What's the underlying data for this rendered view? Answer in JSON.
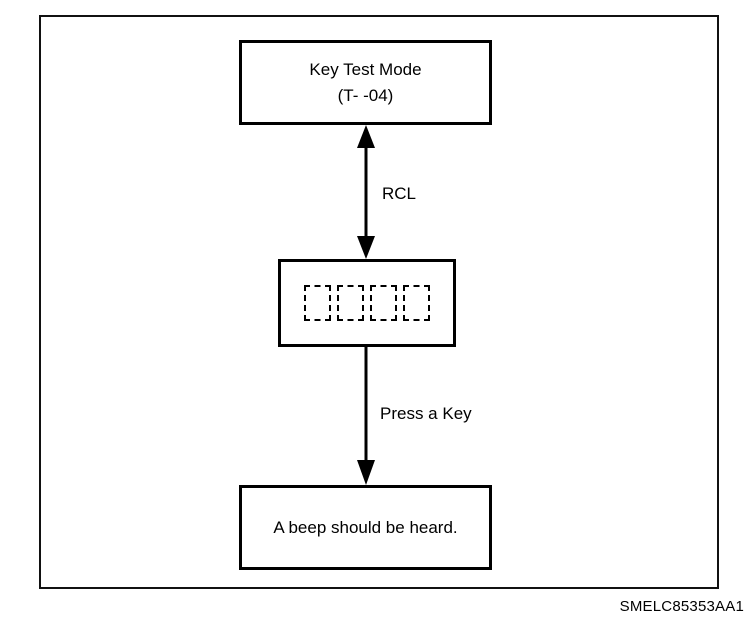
{
  "top_box": {
    "title": "Key Test Mode",
    "code": "(T- -04)"
  },
  "display_box": {
    "digit_count": 4,
    "digit_style": "dashed-empty"
  },
  "transition_1": {
    "label": "RCL",
    "direction": "bidirectional"
  },
  "transition_2": {
    "label": "Press a Key",
    "direction": "down"
  },
  "bottom_box": {
    "text": "A beep should be heard."
  },
  "figure_id": "SMELC85353AA1"
}
